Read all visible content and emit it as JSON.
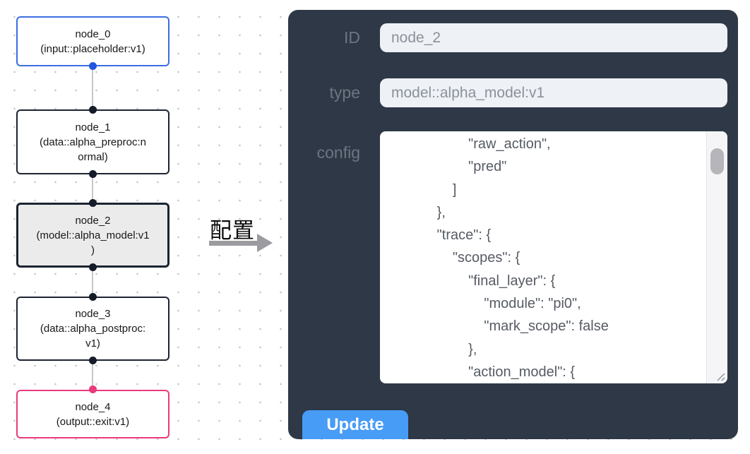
{
  "flow": {
    "nodes": [
      {
        "id": "node_0",
        "label": "node_0\n(input::placeholder:v1)",
        "variant": "input"
      },
      {
        "id": "node_1",
        "label": "node_1\n(data::alpha_preproc:n\normal)",
        "variant": "default"
      },
      {
        "id": "node_2",
        "label": "node_2\n(model::alpha_model:v1\n)",
        "variant": "selected"
      },
      {
        "id": "node_3",
        "label": "node_3\n(data::alpha_postproc:\nv1)",
        "variant": "default"
      },
      {
        "id": "node_4",
        "label": "node_4\n(output::exit:v1)",
        "variant": "output"
      }
    ],
    "colors": {
      "input_border": "#3b6fe0",
      "default_border": "#1c2431",
      "selected_bg": "#ebebeb",
      "output_border": "#ea3a7c",
      "edge": "#c6c6cb",
      "handle_input": "#2457e0",
      "handle_default": "#151c28",
      "handle_output": "#ea3a7c"
    }
  },
  "transfer": {
    "label": "配置"
  },
  "panel": {
    "bg": "#2e3847",
    "accent": "#479cf6",
    "fields": [
      {
        "label": "ID",
        "value": "node_2"
      },
      {
        "label": "type",
        "value": "model::alpha_model:v1"
      }
    ],
    "config_label": "config",
    "config_text": "                    \"raw_action\",\n                    \"pred\"\n                ]\n            },\n            \"trace\": {\n                \"scopes\": {\n                    \"final_layer\": {\n                        \"module\": \"pi0\",\n                        \"mark_scope\": false\n                    },\n                    \"action_model\": {",
    "update_label": "Update"
  }
}
